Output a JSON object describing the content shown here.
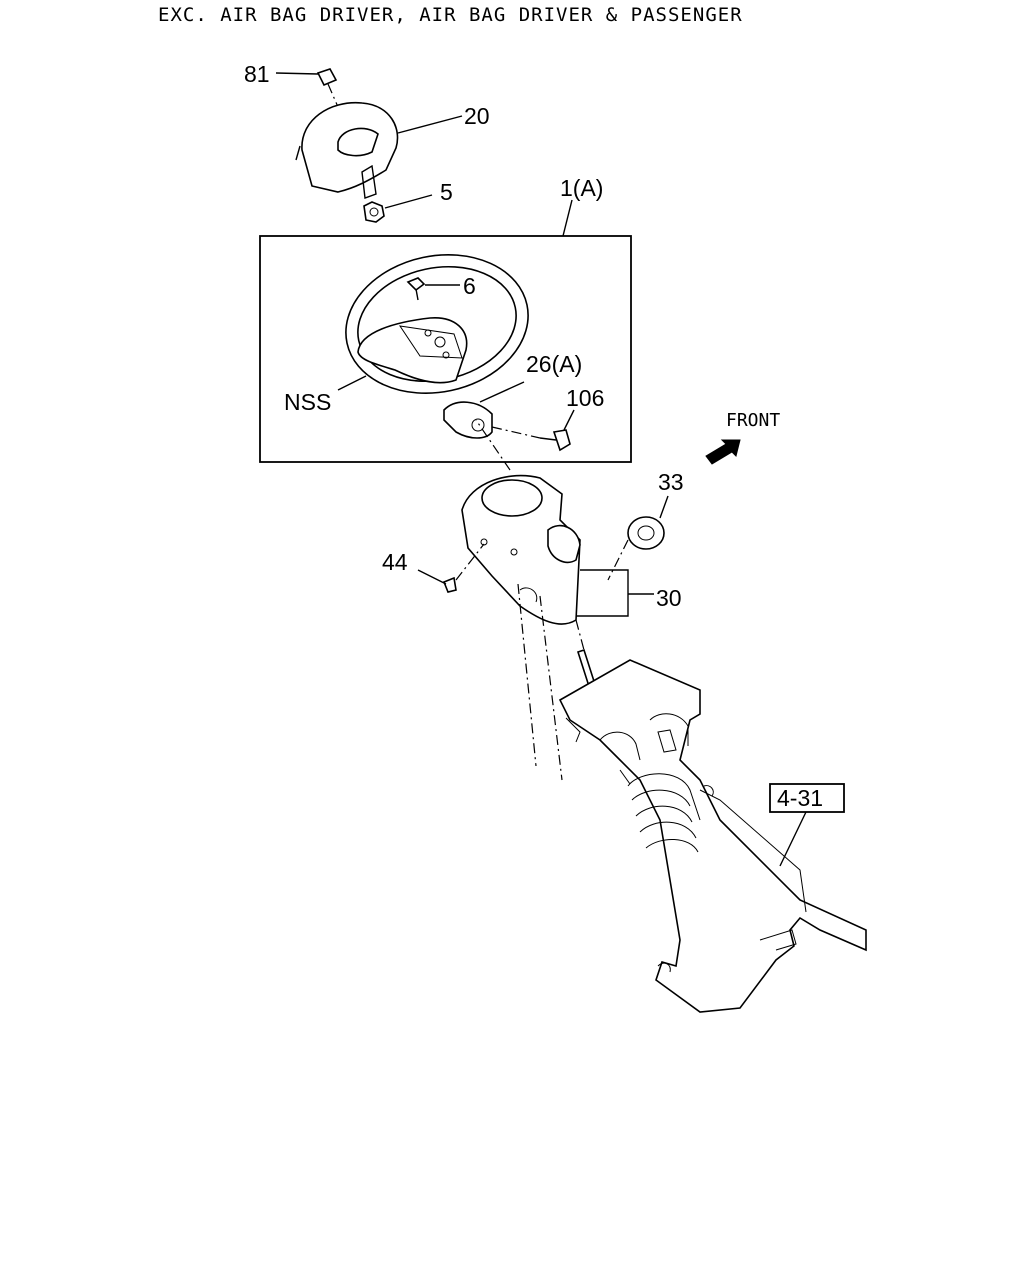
{
  "header": {
    "title": "EXC. AIR BAG DRIVER, AIR BAG DRIVER & PASSENGER"
  },
  "callouts": {
    "p81": "81",
    "p20": "20",
    "p5": "5",
    "p1a": "1(A)",
    "p6": "6",
    "nss": "NSS",
    "p26a": "26(A)",
    "p106": "106",
    "front": "FRONT",
    "p33": "33",
    "p44": "44",
    "p30": "30",
    "ref431": "4-31"
  }
}
